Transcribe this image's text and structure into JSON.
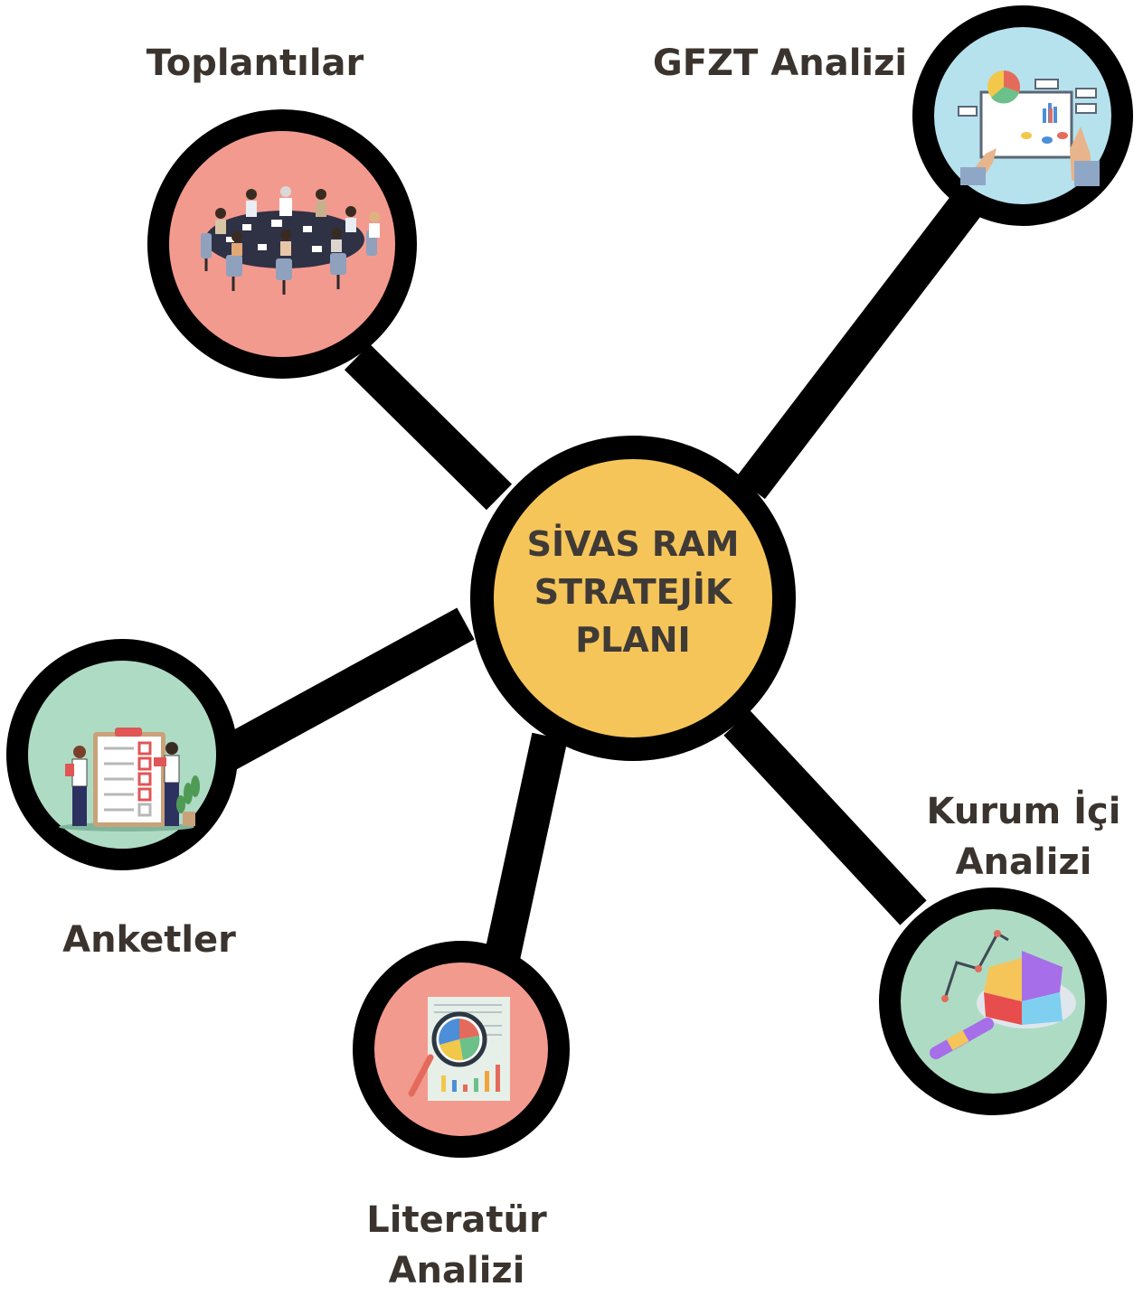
{
  "center": {
    "line1": "SİVAS RAM",
    "line2": "STRATEJİK",
    "line3": "PLANI"
  },
  "nodes": {
    "toplantilar": {
      "label": "Toplantılar",
      "icon": "meeting-table-icon"
    },
    "gfzt": {
      "label": "GFZT Analizi",
      "icon": "analysis-dashboard-icon"
    },
    "anketler": {
      "label": "Anketler",
      "icon": "survey-checklist-icon"
    },
    "literatur": {
      "line1": "Literatür",
      "line2": "Analizi",
      "icon": "report-magnifier-icon"
    },
    "kurum_ici": {
      "line1": "Kurum İçi",
      "line2": "Analizi",
      "icon": "chart-magnifier-icon"
    }
  },
  "colors": {
    "center_fill": "#f5c55a",
    "salmon": "#f39a8f",
    "mint": "#aedbc4",
    "sky": "#b6e2ee",
    "outline": "#000000",
    "text": "#3b342e"
  }
}
